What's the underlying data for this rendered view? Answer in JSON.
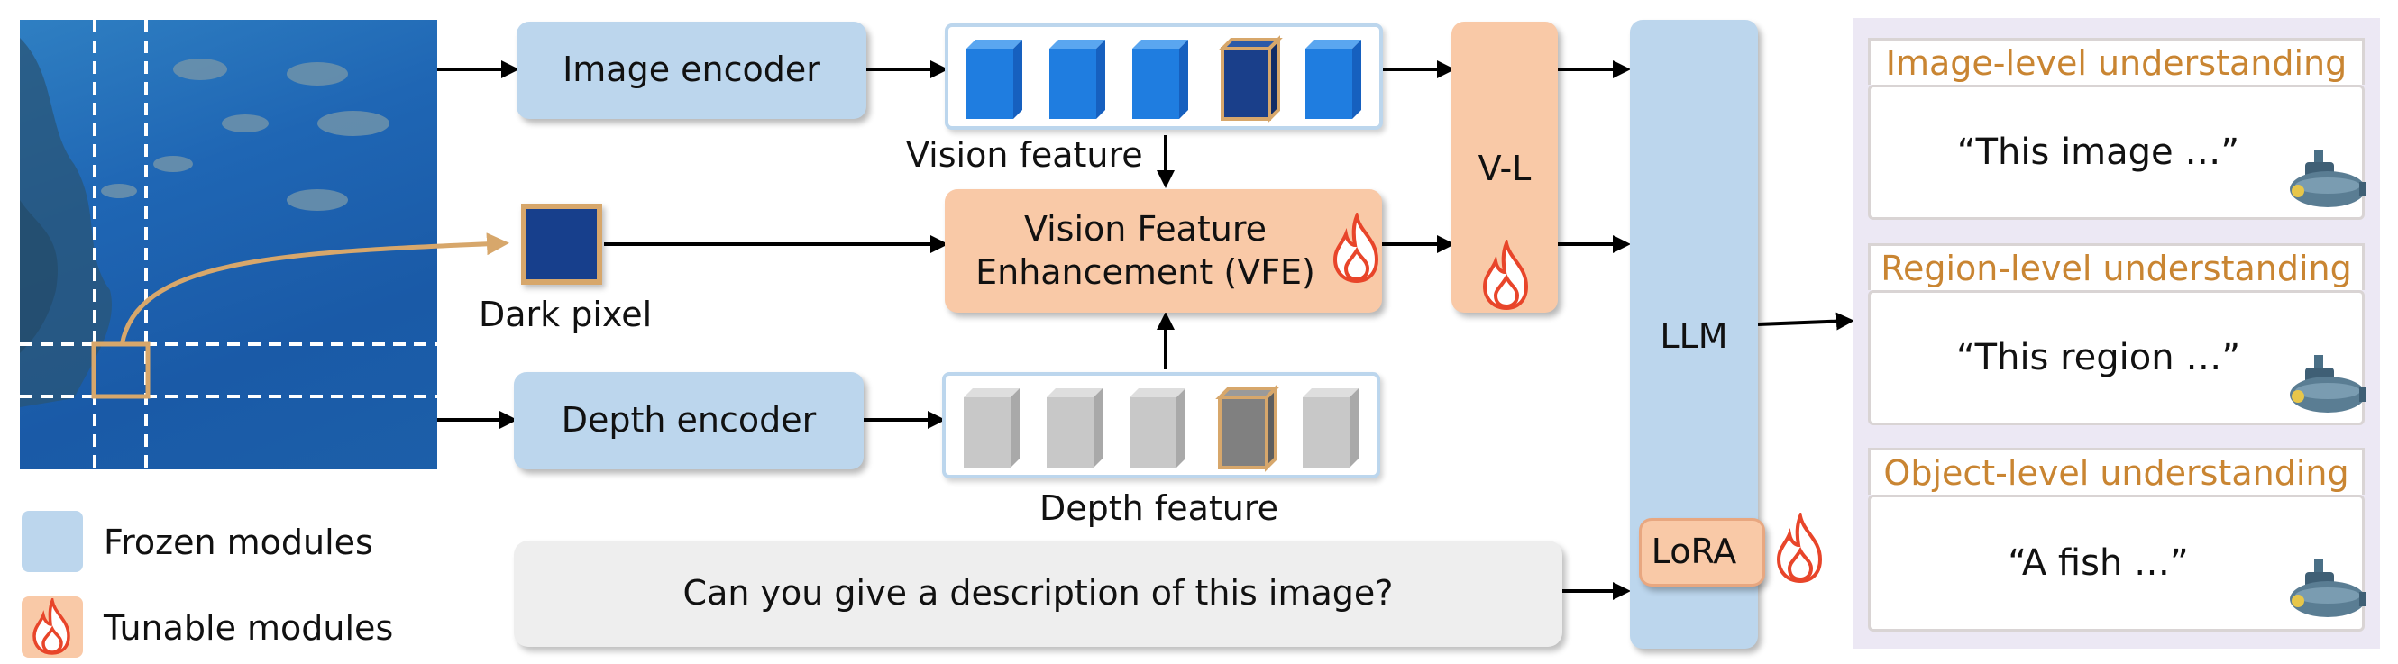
{
  "modules": {
    "image_encoder": "Image encoder",
    "depth_encoder": "Depth encoder",
    "vfe_line1": "Vision Feature",
    "vfe_line2": "Enhancement (VFE)",
    "vl": "V-L",
    "llm": "LLM",
    "lora": "LoRA",
    "prompt": "Can you give a description of this image?"
  },
  "labels": {
    "vision_feature": "Vision feature",
    "dark_pixel": "Dark pixel",
    "depth_feature": "Depth feature"
  },
  "legend": {
    "frozen": "Frozen modules",
    "tunable": "Tunable modules"
  },
  "outputs": [
    {
      "title": "Image-level understanding",
      "text": "“This image …”"
    },
    {
      "title": "Region-level understanding",
      "text": "“This region …”"
    },
    {
      "title": "Object-level understanding",
      "text": "“A fish …”"
    }
  ],
  "colors": {
    "frozen": "#bcd6ed",
    "tunable": "#f9c9a7",
    "vision_cube": "#1f7de0",
    "vision_cube_dark": "#1a3f8a",
    "depth_cube": "#c8c8c8",
    "depth_cube_dark": "#808080",
    "highlight": "#d7a76b",
    "output_title": "#c98532",
    "output_panel": "#ece8f4",
    "fire": "#e8452a"
  },
  "icons": [
    "flame-icon",
    "submarine-icon"
  ]
}
